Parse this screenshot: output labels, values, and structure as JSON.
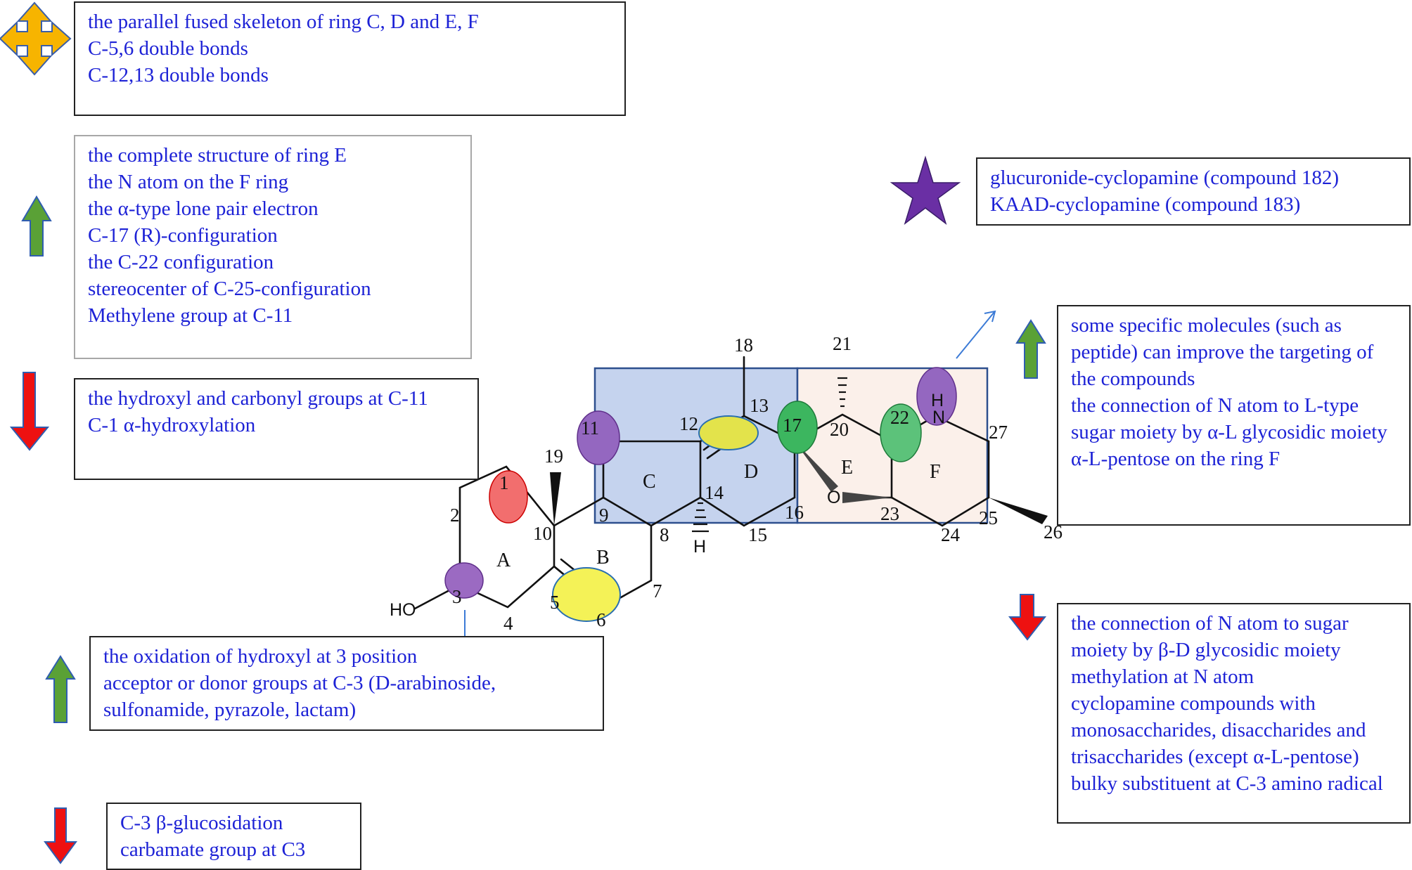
{
  "colors": {
    "text": "#1d22d6",
    "orange_arrow": "#f7b400",
    "green_arrow": "#5aa136",
    "red_arrow": "#ee1111",
    "star": "#6a2fa4",
    "ring_cd_fill": "#c5d3ee",
    "ring_ef_fill": "#fbf0ea"
  },
  "icons": {
    "top_left": "four-way-move-arrow-icon",
    "ring_e_f": "up-arrow-icon",
    "c11": "down-arrow-icon",
    "c3_top": "up-arrow-icon",
    "c3_bottom": "down-arrow-icon",
    "right_top": "star-icon",
    "right_mid": "up-arrow-icon",
    "right_bottom": "down-arrow-icon"
  },
  "boxes": {
    "skeleton": [
      "the parallel fused skeleton of ring C, D and E, F",
      "C-5,6 double bonds",
      "C-12,13 double bonds"
    ],
    "ring_ef": [
      "the complete structure of ring E",
      "the N atom on the F ring",
      "the α-type lone pair electron",
      "C-17 (R)-configuration",
      "the C-22 configuration",
      "stereocenter of C-25-configuration",
      "Methylene group at C-11"
    ],
    "c11": [
      "the hydroxyl and carbonyl groups at C-11",
      "C-1 α-hydroxylation"
    ],
    "c3_improve": [
      "the oxidation of hydroxyl at 3 position",
      "acceptor or donor groups at C-3 (D-arabinoside,",
      "sulfonamide, pyrazole, lactam)"
    ],
    "c3_decrease": [
      "C-3 β-glucosidation",
      "carbamate group at C3"
    ],
    "compounds": [
      "glucuronide-cyclopamine (compound  182)",
      "KAAD-cyclopamine (compound 183)"
    ],
    "targeting": [
      "some specific molecules (such as peptide) can improve the targeting of the compounds",
      "the connection of N atom to L-type sugar moiety by α-L glycosidic moiety",
      "α-L-pentose on the ring F"
    ],
    "sugar": [
      "the connection of N atom to sugar moiety by β-D glycosidic moiety",
      "methylation at N atom",
      "cyclopamine compounds with monosaccharides, disaccharides and trisaccharides (except α-L-pentose)",
      "bulky substituent at C-3 amino radical"
    ]
  },
  "molecule": {
    "atoms": [
      "1",
      "2",
      "3",
      "4",
      "5",
      "6",
      "7",
      "8",
      "9",
      "10",
      "11",
      "12",
      "13",
      "14",
      "15",
      "16",
      "17",
      "18",
      "19",
      "20",
      "21",
      "22",
      "23",
      "24",
      "25",
      "26",
      "27"
    ],
    "rings": [
      "A",
      "B",
      "C",
      "D",
      "E",
      "F"
    ],
    "ho": "HO",
    "h": "H",
    "o": "O",
    "nh_h": "H",
    "nh_n": "N"
  }
}
